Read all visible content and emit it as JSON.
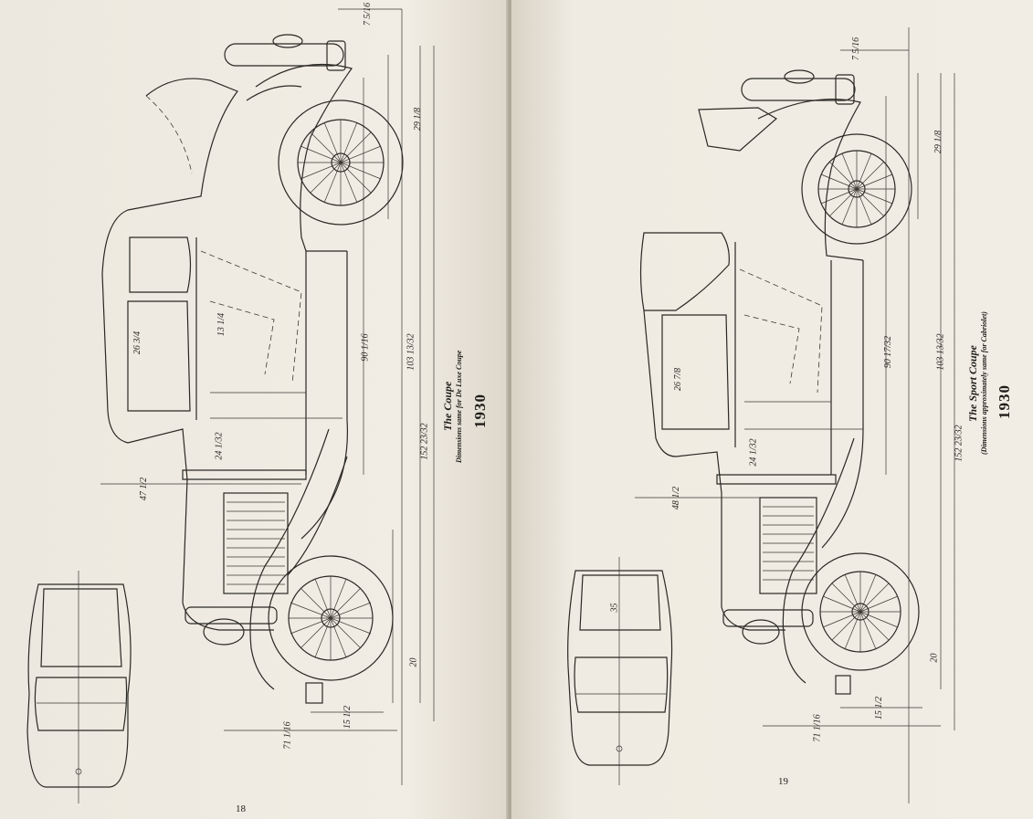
{
  "left_page": {
    "page_number": "18",
    "title": "The Coupe",
    "subtitle": "Dimensions same for De Luxe Coupe",
    "year": "1930",
    "dimensions": [
      "7 5/16",
      "29 1/8",
      "90 1/16",
      "103 13/32",
      "152 23/32",
      "24 1/32",
      "47 1/2",
      "20",
      "15 1/2",
      "71 1/16",
      "26 3/4",
      "13 1/4"
    ]
  },
  "right_page": {
    "page_number": "19",
    "title": "The Sport Coupe",
    "subtitle": "(Dimensions approximately same for Cabriolet)",
    "year": "1930",
    "dimensions": [
      "7 5/16",
      "29 1/8",
      "90 17/32",
      "103 13/32",
      "152 23/32",
      "24 1/32",
      "48 1/2",
      "20",
      "15 1/2",
      "71 1/16",
      "26 7/8",
      "35"
    ]
  },
  "colors": {
    "paper": "#efebe2",
    "ink": "#2a2824",
    "gutter": "#a9a293"
  }
}
